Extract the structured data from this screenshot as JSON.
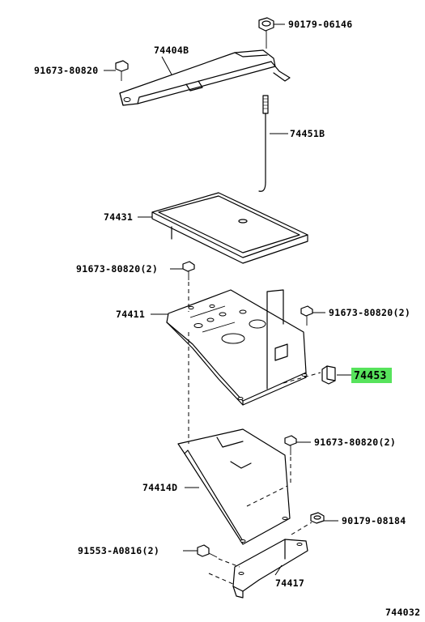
{
  "labels": {
    "l_90179_06146": "90179-06146",
    "l_74404B": "74404B",
    "l_91673_80820_top": "91673-80820",
    "l_74451B": "74451B",
    "l_74431": "74431",
    "l_91673_80820_2a": "91673-80820(2)",
    "l_74453": "74453",
    "l_74411": "74411",
    "l_91673_80820_2b": "91673-80820(2)",
    "l_91673_80820_2c": "91673-80820(2)",
    "l_74414D": "74414D",
    "l_90179_08184": "90179-08184",
    "l_91553_A0816": "91553-A0816(2)",
    "l_74417": "74417",
    "diagram_code": "744032"
  },
  "highlight": {
    "part_number": "74453",
    "color": "#57e35c"
  }
}
